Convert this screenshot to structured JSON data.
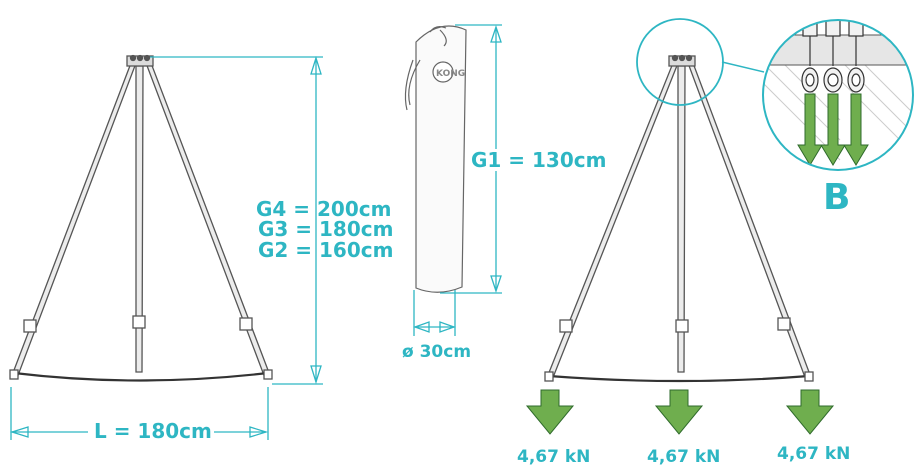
{
  "colors": {
    "accent": "#2eb6c3",
    "arrow_green": "#6fae4e",
    "arrow_dark": "#2f6b2c",
    "line": "#555555",
    "leg_fill": "#e9e9e9"
  },
  "left_tripod": {
    "height_labels": [
      "G4 = 200cm",
      "G3 = 180cm",
      "G2 = 160cm"
    ],
    "width_label": "L = 180cm"
  },
  "bag": {
    "length_label": "G1 = 130cm",
    "diameter_label": "ø 30cm",
    "logo_text": "KONG"
  },
  "right_tripod": {
    "detail_marker": "B",
    "forces": [
      "4,67 kN",
      "4,67 kN",
      "4,67 kN"
    ]
  }
}
